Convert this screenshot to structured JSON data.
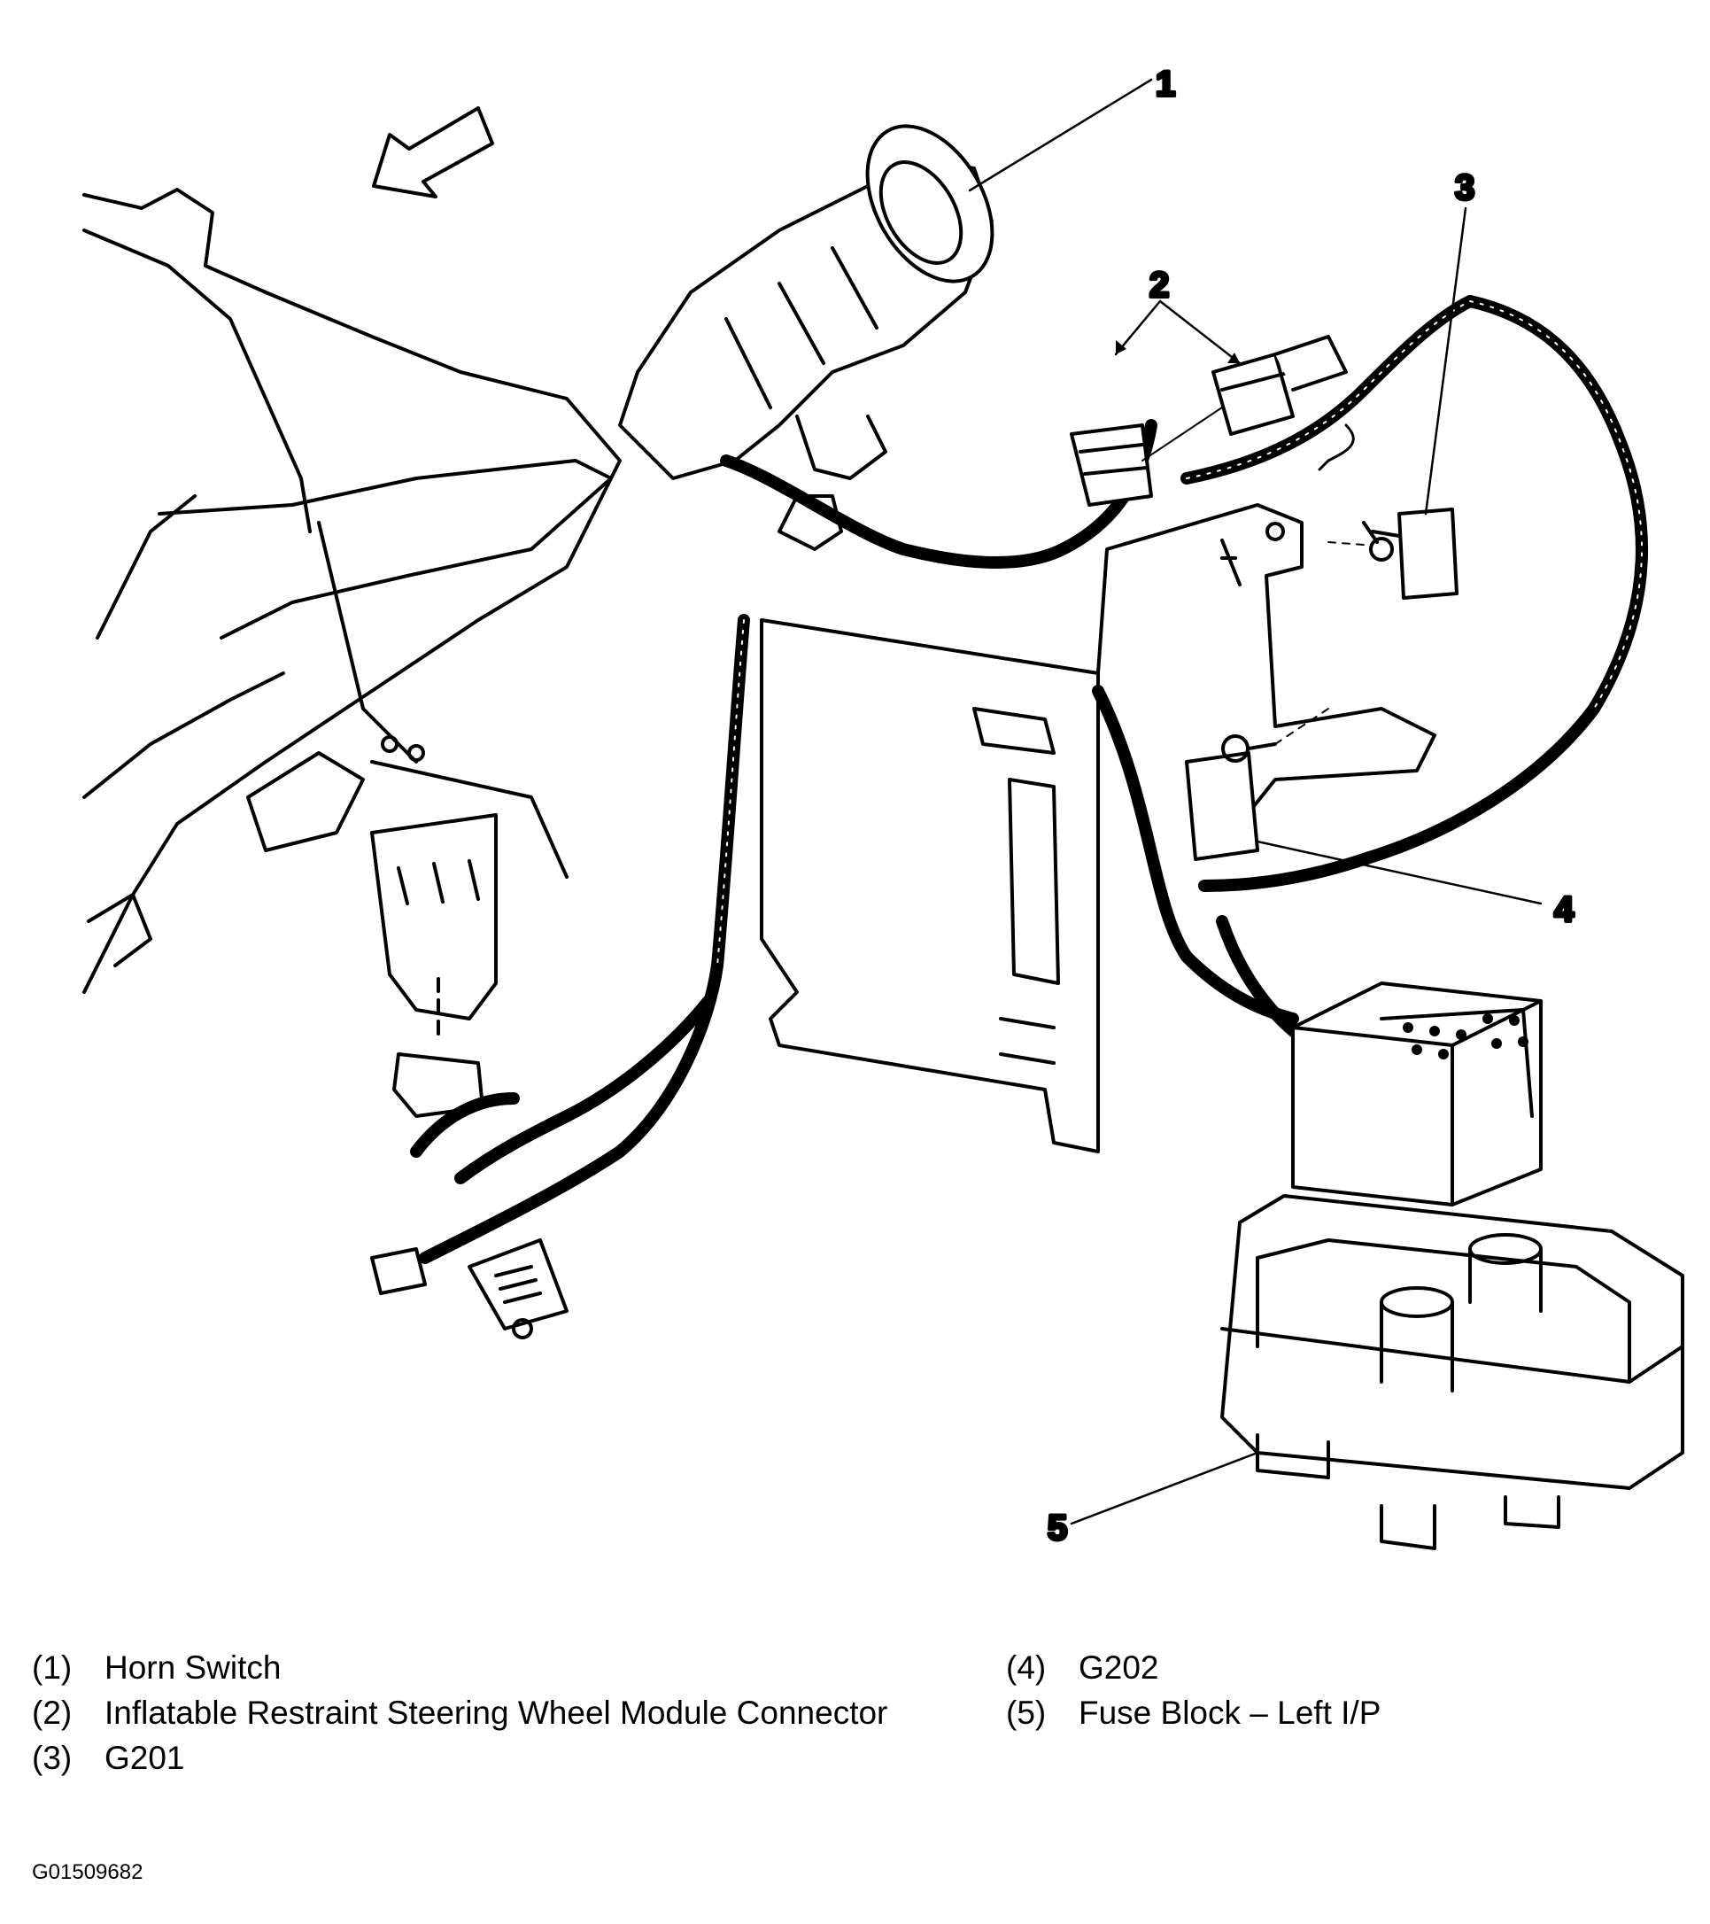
{
  "callouts": [
    "1",
    "2",
    "3",
    "4",
    "5"
  ],
  "legend": {
    "left": [
      {
        "num": "(1)",
        "text": "Horn Switch"
      },
      {
        "num": "(2)",
        "text": "Inflatable Restraint Steering Wheel Module Connector"
      },
      {
        "num": "(3)",
        "text": "G201"
      }
    ],
    "right": [
      {
        "num": "(4)",
        "text": "G202"
      },
      {
        "num": "(5)",
        "text": "Fuse Block – Left I/P"
      }
    ]
  },
  "figure_id": "G01509682"
}
